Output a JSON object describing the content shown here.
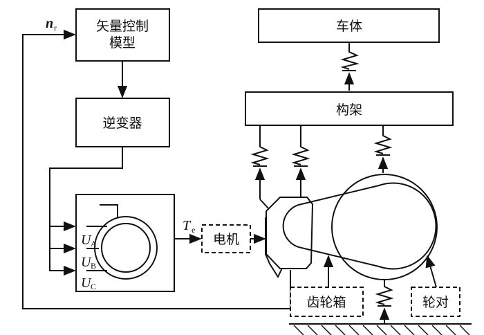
{
  "diagram": {
    "type": "block-diagram",
    "blocks": {
      "vector_control": {
        "line1": "矢量控制",
        "line2": "模型"
      },
      "inverter": {
        "label": "逆变器"
      },
      "motor_block": {
        "label": "电机"
      },
      "car_body": {
        "label": "车体"
      },
      "bogie_frame": {
        "label": "构架"
      },
      "gearbox": {
        "label": "齿轮箱"
      },
      "wheelset": {
        "label": "轮对"
      }
    },
    "signals": {
      "speed": {
        "symbol": "n",
        "sub": "r"
      },
      "torque": {
        "symbol": "T",
        "sub": "e"
      },
      "ua": {
        "symbol": "U",
        "sub": "A"
      },
      "ub": {
        "symbol": "U",
        "sub": "B"
      },
      "uc": {
        "symbol": "U",
        "sub": "C"
      }
    },
    "colors": {
      "line": "#111111",
      "background": "#ffffff"
    }
  }
}
